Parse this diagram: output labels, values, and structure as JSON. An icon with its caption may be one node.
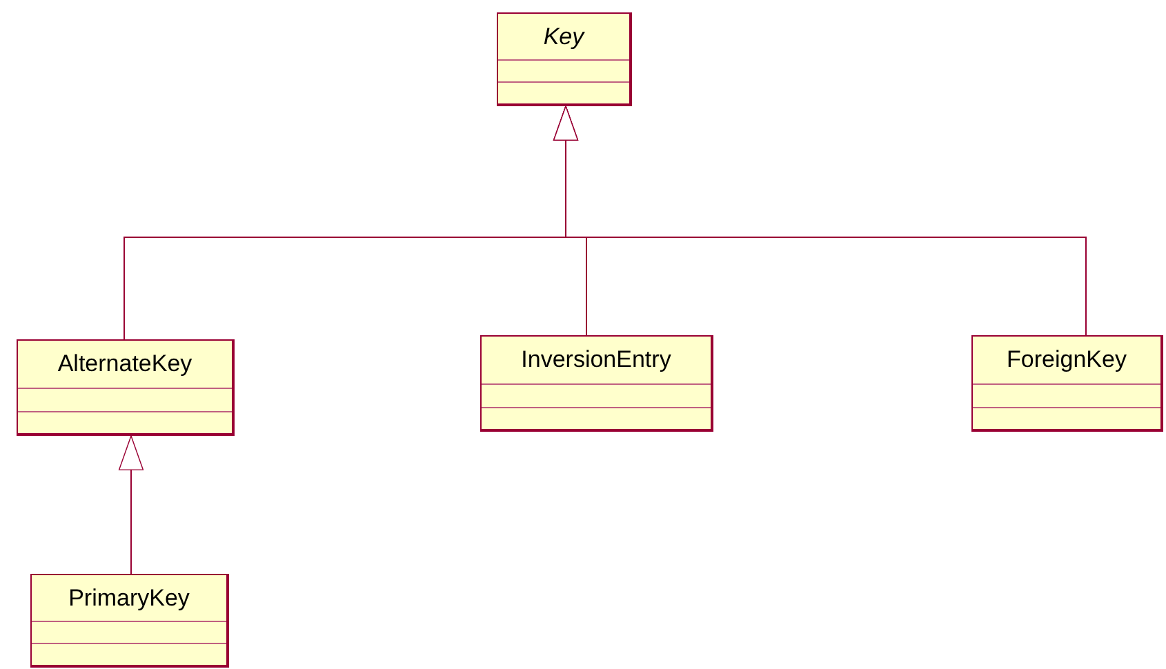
{
  "diagram": {
    "nodes": [
      {
        "text": [
          "Key"
        ]
      },
      {
        "text": [
          "AlternateKey"
        ]
      },
      {
        "text": [
          "InversionEntry"
        ]
      },
      {
        "text": [
          "ForeignKey"
        ]
      },
      {
        "text": [
          "PrimaryKey"
        ]
      }
    ],
    "edges": [
      {
        "from": 1,
        "to": 0,
        "arrow": "to"
      },
      {
        "from": 2,
        "to": 0,
        "arrow": "to"
      },
      {
        "from": 3,
        "to": 0,
        "arrow": "to"
      },
      {
        "from": 4,
        "to": 1,
        "arrow": "to"
      }
    ]
  }
}
